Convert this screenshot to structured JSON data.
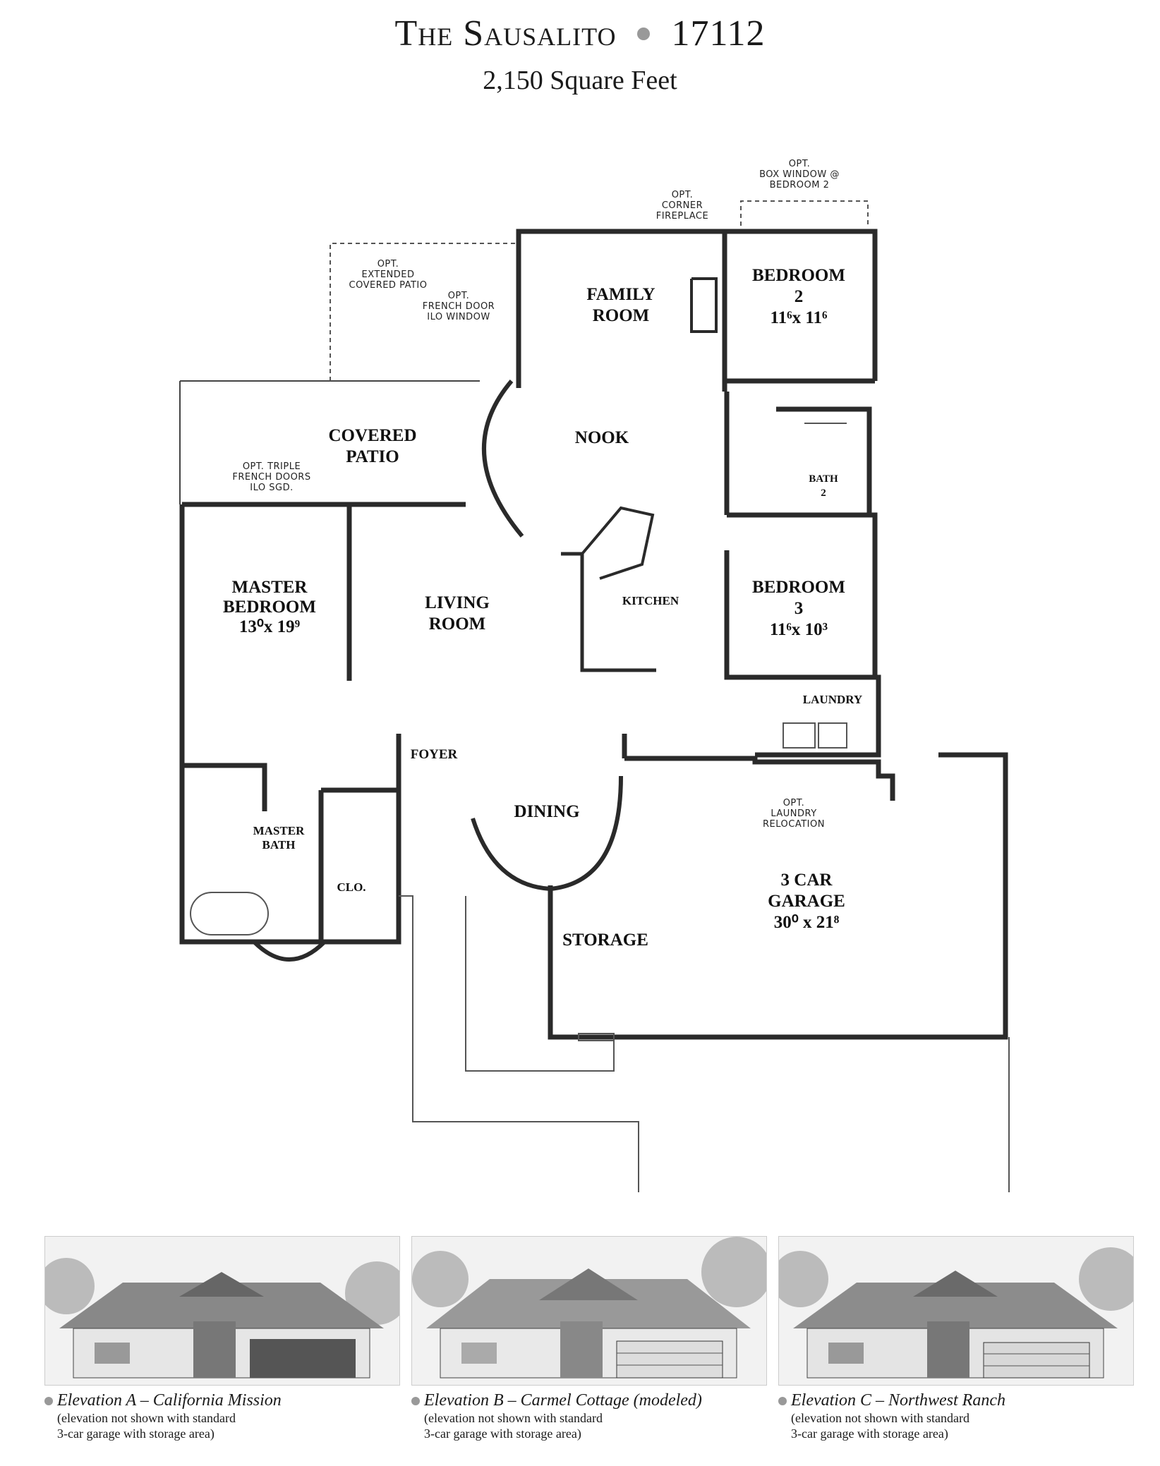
{
  "header": {
    "title_name": "The Sausalito",
    "title_number": "17112",
    "subtitle": "2,150 Square Feet"
  },
  "rooms": {
    "family_room": [
      "FAMILY",
      "ROOM"
    ],
    "bedroom2": [
      "BEDROOM",
      "2",
      "11⁶x 11⁶"
    ],
    "covered_patio": [
      "COVERED",
      "PATIO"
    ],
    "nook": "NOOK",
    "bath2": [
      "BATH",
      "2"
    ],
    "master_bedroom": [
      "MASTER",
      "BEDROOM",
      "13⁰x 19⁹"
    ],
    "living_room": [
      "LIVING",
      "ROOM"
    ],
    "kitchen": "KITCHEN",
    "bedroom3": [
      "BEDROOM",
      "3",
      "11⁶x 10³"
    ],
    "laundry": "LAUNDRY",
    "foyer": "FOYER",
    "dining": "DINING",
    "master_bath": [
      "MASTER",
      "BATH"
    ],
    "closet": "CLO.",
    "garage": [
      "3 CAR",
      "GARAGE",
      "30⁰ x 21⁸"
    ],
    "storage": "STORAGE"
  },
  "notes": {
    "box_window": [
      "OPT.",
      "BOX WINDOW @",
      "BEDROOM 2"
    ],
    "corner_fireplace": [
      "OPT.",
      "CORNER",
      "FIREPLACE"
    ],
    "extended_patio": [
      "OPT.",
      "EXTENDED",
      "COVERED PATIO"
    ],
    "french_door": [
      "OPT.",
      "FRENCH DOOR",
      "ILO WINDOW"
    ],
    "triple_french": [
      "OPT. TRIPLE",
      "FRENCH DOORS",
      "ILO SGD."
    ],
    "laundry_relocation": [
      "OPT.",
      "LAUNDRY",
      "RELOCATION"
    ]
  },
  "elevations": [
    {
      "title": "Elevation A – California Mission",
      "note1": "(elevation not shown with standard",
      "note2": "3-car garage with storage area)"
    },
    {
      "title": "Elevation B – Carmel Cottage (modeled)",
      "note1": "(elevation not shown with standard",
      "note2": "3-car garage with storage area)"
    },
    {
      "title": "Elevation C – Northwest Ranch",
      "note1": "(elevation not shown with standard",
      "note2": "3-car garage with storage area)"
    }
  ],
  "colors": {
    "wall": "#2a2a2a",
    "bullet": "#999999"
  }
}
